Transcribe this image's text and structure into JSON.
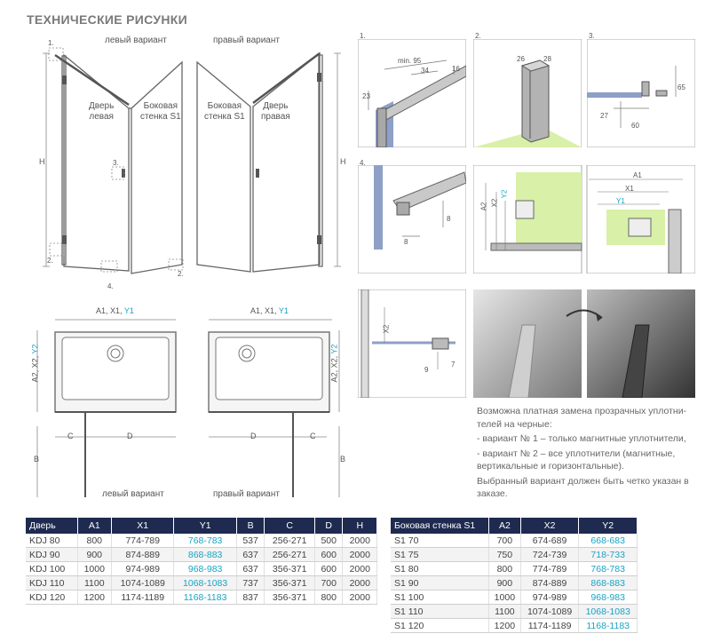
{
  "title": "ТЕХНИЧЕСКИЕ РИСУНКИ",
  "elevation": {
    "left_variant": "левый вариант",
    "right_variant": "правый вариант",
    "h_label": "H",
    "door_left": [
      "Дверь",
      "левая"
    ],
    "side_wall_left": [
      "Боковая",
      "стенка S1"
    ],
    "side_wall_right": [
      "Боковая",
      "стенка S1"
    ],
    "door_right": [
      "Дверь",
      "правая"
    ],
    "marker_1": "1.",
    "marker_2": "2.",
    "marker_3": "3.",
    "marker_4": "4."
  },
  "details": {
    "d1": {
      "num": "1.",
      "min": "min. 95",
      "dim_34": "34",
      "dim_16": "16",
      "dim_23": "23"
    },
    "d2": {
      "num": "2.",
      "dim_a": "26",
      "dim_b": "28"
    },
    "d3": {
      "num": "3.",
      "dim_65": "65",
      "dim_27": "27",
      "dim_60": "60"
    },
    "d4": {
      "num": "4.",
      "dim_8a": "8",
      "dim_8b": "8"
    },
    "d5": {
      "a2": "A2",
      "x2": "X2",
      "y2": "Y2",
      "a1": "A1",
      "x1": "X1",
      "y1": "Y1"
    },
    "d6": {
      "x2": "X2",
      "dim_7": "7",
      "dim_9": "9"
    }
  },
  "plan": {
    "top_label": "A1, X1, ",
    "top_label_y": "Y1",
    "side_label": "A2, X2, ",
    "side_label_y": "Y2",
    "c": "C",
    "d": "D",
    "b": "B",
    "left_variant": "левый вариант",
    "right_variant": "правый вариант"
  },
  "note": [
    "Возможна платная замена прозрачных уплотни-телей на черные:",
    "- вариант № 1 – только магнитные уплотнители,",
    "- вариант № 2 – все уплотнители (магнитные, вертикальные и горизонтальные).",
    "Выбранный вариант должен быть четко указан в заказе."
  ],
  "colors": {
    "header_bg": "#1e2a4f",
    "accent": "#1aa3c4",
    "wall_green": "#d8f0a8"
  },
  "table_doors": {
    "headers": [
      "Дверь",
      "A1",
      "X1",
      "Y1",
      "B",
      "C",
      "D",
      "H"
    ],
    "rows": [
      [
        "KDJ 80",
        "800",
        "774-789",
        "768-783",
        "537",
        "256-271",
        "500",
        "2000"
      ],
      [
        "KDJ 90",
        "900",
        "874-889",
        "868-883",
        "637",
        "256-271",
        "600",
        "2000"
      ],
      [
        "KDJ 100",
        "1000",
        "974-989",
        "968-983",
        "637",
        "356-371",
        "600",
        "2000"
      ],
      [
        "KDJ 110",
        "1100",
        "1074-1089",
        "1068-1083",
        "737",
        "356-371",
        "700",
        "2000"
      ],
      [
        "KDJ 120",
        "1200",
        "1174-1189",
        "1168-1183",
        "837",
        "356-371",
        "800",
        "2000"
      ]
    ]
  },
  "table_walls": {
    "headers": [
      "Боковая стенка S1",
      "A2",
      "X2",
      "Y2"
    ],
    "rows": [
      [
        "S1 70",
        "700",
        "674-689",
        "668-683"
      ],
      [
        "S1 75",
        "750",
        "724-739",
        "718-733"
      ],
      [
        "S1 80",
        "800",
        "774-789",
        "768-783"
      ],
      [
        "S1 90",
        "900",
        "874-889",
        "868-883"
      ],
      [
        "S1 100",
        "1000",
        "974-989",
        "968-983"
      ],
      [
        "S1 110",
        "1100",
        "1074-1089",
        "1068-1083"
      ],
      [
        "S1 120",
        "1200",
        "1174-1189",
        "1168-1183"
      ]
    ]
  }
}
